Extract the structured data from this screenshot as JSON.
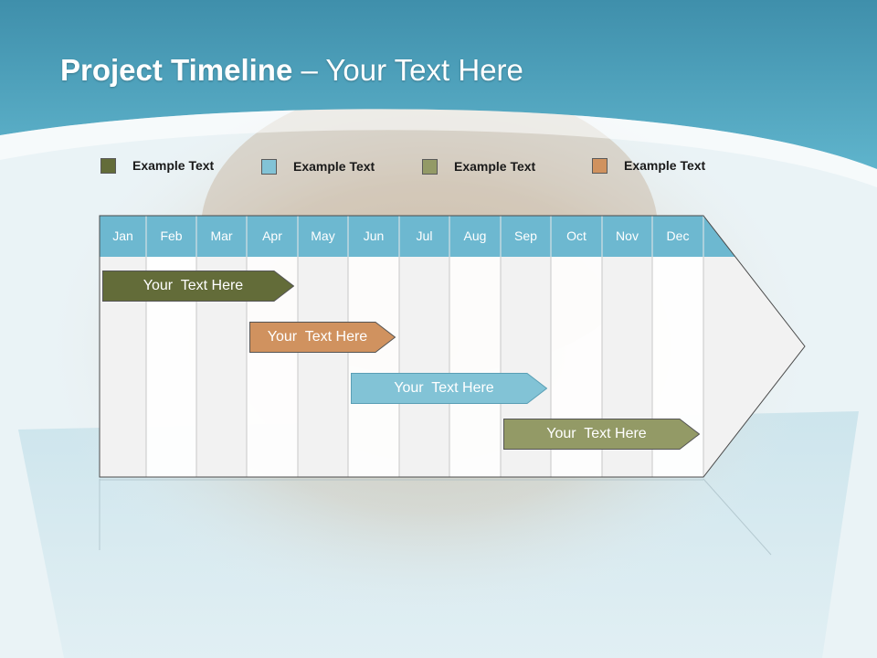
{
  "title": {
    "bold": "Project Timeline",
    "rest": " – Your Text Here"
  },
  "legend": [
    {
      "label": "Example Text",
      "color": "#636c39"
    },
    {
      "label": "Example Text",
      "color": "#82c3d6"
    },
    {
      "label": "Example Text",
      "color": "#939a66"
    },
    {
      "label": "Example Text",
      "color": "#d0925f"
    }
  ],
  "months": [
    "Jan",
    "Feb",
    "Mar",
    "Apr",
    "May",
    "Jun",
    "Jul",
    "Aug",
    "Sep",
    "Oct",
    "Nov",
    "Dec"
  ],
  "tasks": [
    {
      "label": "Your  Text Here",
      "start_month": "Jan",
      "end_month": "Apr",
      "color": "#636c39"
    },
    {
      "label": "Your  Text Here",
      "start_month": "Apr",
      "end_month": "Jun",
      "color": "#d0925f"
    },
    {
      "label": "Your  Text Here",
      "start_month": "Jun",
      "end_month": "Sep",
      "color": "#82c3d6"
    },
    {
      "label": "Your  Text Here",
      "start_month": "Sep",
      "end_month": "Dec",
      "color": "#939a66"
    }
  ],
  "colors": {
    "header_blue": "#6db8d0",
    "band_blue": "#4aa3bf"
  }
}
